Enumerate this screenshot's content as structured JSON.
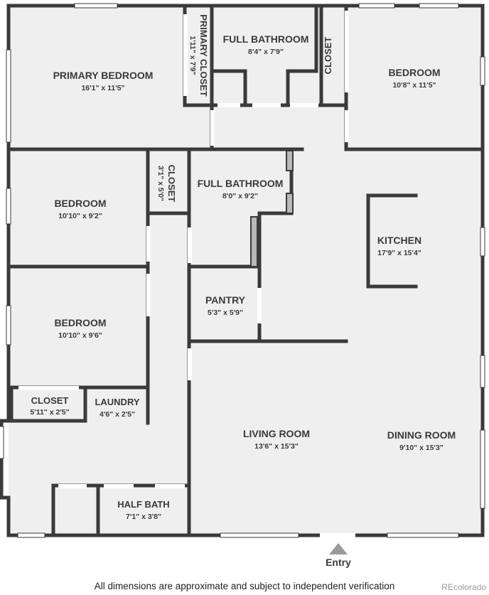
{
  "rooms": {
    "primary_bedroom": {
      "name": "PRIMARY BEDROOM",
      "dim": "16'1\" x 11'5\""
    },
    "primary_closet": {
      "name": "PRIMARY CLOSET",
      "dim": "1'11\" x 7'9\""
    },
    "full_bath_top": {
      "name": "FULL BATHROOM",
      "dim": "8'4\" x 7'9\""
    },
    "closet_top": {
      "name": "CLOSET"
    },
    "bedroom_top_right": {
      "name": "BEDROOM",
      "dim": "10'8\" x 11'5\""
    },
    "bedroom_mid": {
      "name": "BEDROOM",
      "dim": "10'10\" x 9'2\""
    },
    "closet_small": {
      "name": "CLOSET",
      "dim": "3'1\" x 5'0\""
    },
    "full_bath_mid": {
      "name": "FULL BATHROOM",
      "dim": "8'0\" x 9'2\""
    },
    "kitchen": {
      "name": "KITCHEN",
      "dim": "17'9\" x 15'4\""
    },
    "pantry": {
      "name": "PANTRY",
      "dim": "5'3\" x 5'9\""
    },
    "bedroom_low": {
      "name": "BEDROOM",
      "dim": "10'10\" x 9'6\""
    },
    "closet_low": {
      "name": "CLOSET",
      "dim": "5'11\" x 2'5\""
    },
    "laundry": {
      "name": "LAUNDRY",
      "dim": "4'6\" x 2'5\""
    },
    "living_room": {
      "name": "LIVING ROOM",
      "dim": "13'6\" x 15'3\""
    },
    "dining_room": {
      "name": "DINING ROOM",
      "dim": "9'10\" x 15'3\""
    },
    "half_bath": {
      "name": "HALF BATH",
      "dim": "7'1\" x 3'8\""
    }
  },
  "entry": {
    "label": "Entry"
  },
  "footer": {
    "note": "All dimensions are approximate and subject to independent verification",
    "watermark": "REcolorado"
  },
  "colors": {
    "wall": "#3a3a3a",
    "floor": "#efefef",
    "window": "#ffffff",
    "entry_arrow": "#9a9a9a"
  }
}
